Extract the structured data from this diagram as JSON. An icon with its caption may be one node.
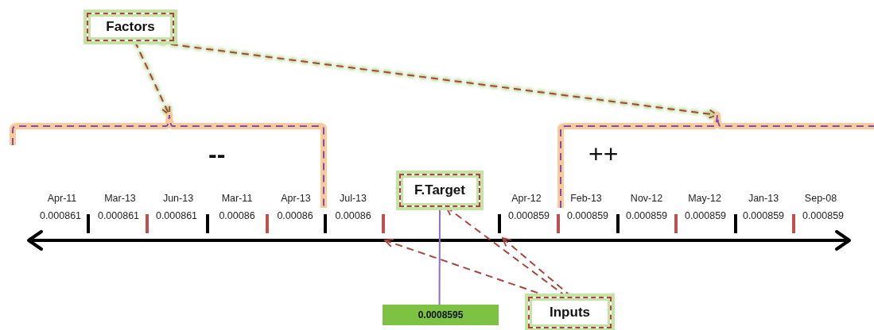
{
  "diagram": {
    "nodes": [
      {
        "text": [
          "Factors"
        ]
      },
      {
        "text": [
          "--"
        ]
      },
      {
        "text": [
          "++"
        ]
      },
      {
        "text": [
          "F.Target"
        ]
      },
      {
        "text": [
          "0.0008595"
        ]
      },
      {
        "text": [
          "Inputs"
        ]
      }
    ],
    "edges": [
      {
        "from": 0,
        "to": 1,
        "arrow": "to",
        "style": "dashed"
      },
      {
        "from": 0,
        "to": 2,
        "arrow": "to",
        "style": "dashed"
      },
      {
        "from": 3,
        "to": 4,
        "arrow": "none",
        "color": "#8e6fc0"
      },
      {
        "from": 5,
        "to": null,
        "arrow": "to",
        "style": "dashed"
      },
      {
        "from": 5,
        "to": 3,
        "arrow": "to",
        "style": "dashed"
      },
      {
        "from": 5,
        "to": null,
        "arrow": "to",
        "style": "dashed"
      }
    ],
    "labels": [
      "Apr-11",
      "Mar-13",
      "Jun-13",
      "Mar-11",
      "Apr-13",
      "Jul-13",
      "Apr-12",
      "Feb-13",
      "Nov-12",
      "May-12",
      "Jan-13",
      "Sep-08",
      "0.000861",
      "0.000861",
      "0.000861",
      "0.00086",
      "0.00086",
      "0.00086",
      "0.000859",
      "0.000859",
      "0.000859",
      "0.000859",
      "0.000859",
      "0.000859"
    ]
  }
}
